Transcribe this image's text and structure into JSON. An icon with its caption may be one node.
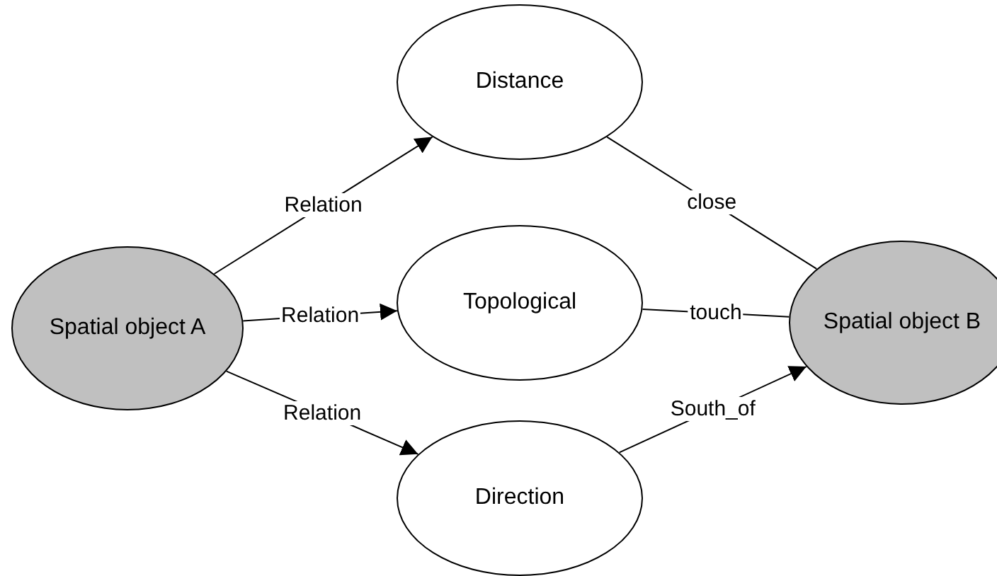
{
  "diagram": {
    "nodes": [
      {
        "text": [
          "Spatial object A"
        ]
      },
      {
        "text": [
          "Distance"
        ]
      },
      {
        "text": [
          "Topological"
        ]
      },
      {
        "text": [
          "Direction"
        ]
      },
      {
        "text": [
          "Spatial object B"
        ]
      }
    ],
    "edges": [
      {
        "from": 0,
        "to": 1,
        "arrow": "to",
        "label": "Relation"
      },
      {
        "from": 0,
        "to": 2,
        "arrow": "to",
        "label": "Relation"
      },
      {
        "from": 0,
        "to": 3,
        "arrow": "to",
        "label": "Relation"
      },
      {
        "from": 1,
        "to": 4,
        "arrow": "none",
        "label": "close"
      },
      {
        "from": 2,
        "to": 4,
        "arrow": "none",
        "label": "touch"
      },
      {
        "from": 3,
        "to": 4,
        "arrow": "to",
        "label": "South_of"
      }
    ]
  }
}
